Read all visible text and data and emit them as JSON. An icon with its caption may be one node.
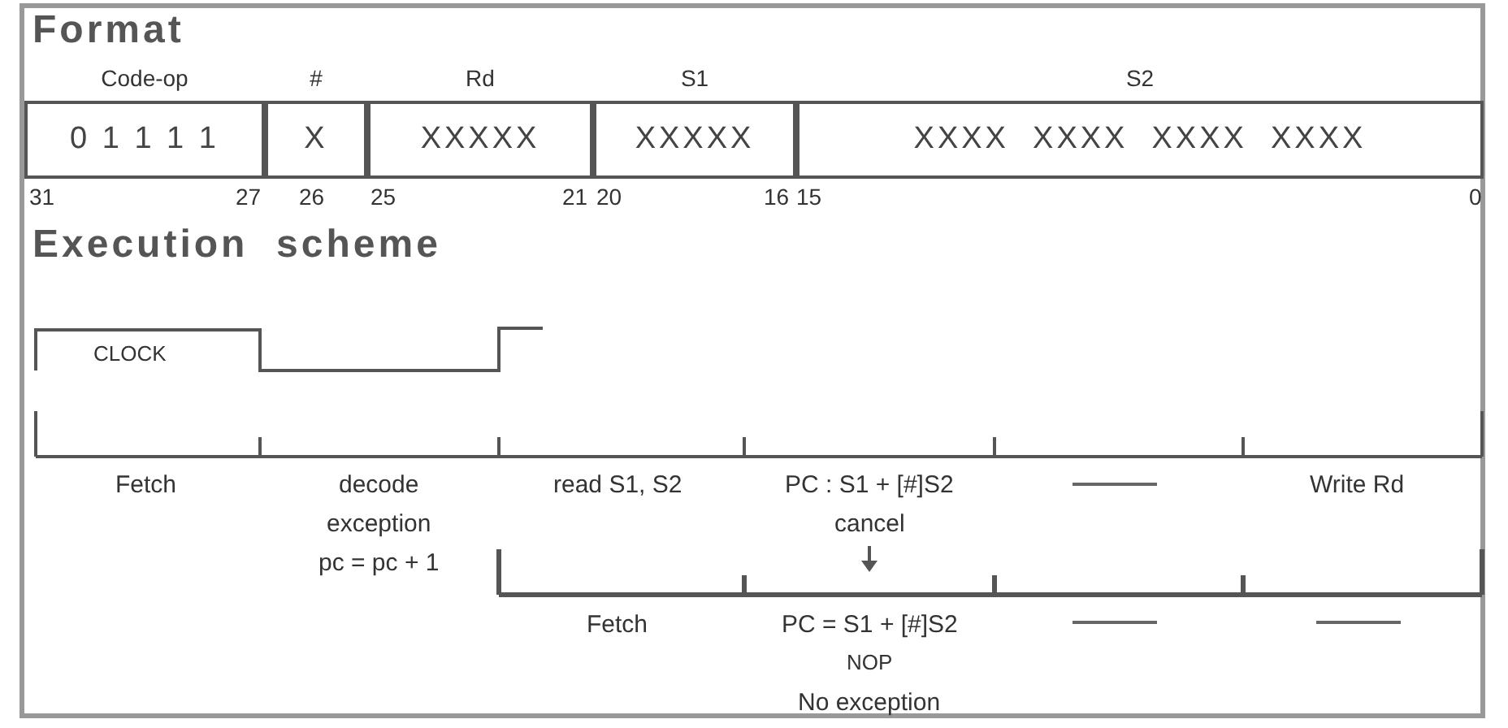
{
  "diagram": {
    "nodes": [
      {
        "text": [
          "Code-op",
          "0 1 1 1 1"
        ]
      },
      {
        "text": [
          "#",
          "X"
        ]
      },
      {
        "text": [
          "Rd",
          "XXXXX"
        ]
      },
      {
        "text": [
          "S1",
          "XXXXX"
        ]
      },
      {
        "text": [
          "S2",
          "XXXX  XXXX  XXXX  XXXX"
        ]
      }
    ],
    "edges": [],
    "labels": [
      "Format",
      "31",
      "27",
      "26",
      "25",
      "21",
      "20",
      "16",
      "15",
      "0",
      "Execution  scheme",
      "CLOCK",
      "Fetch",
      "decode",
      "exception",
      "pc = pc + 1",
      "read S1, S2",
      "PC : S1 + [#]S2",
      "cancel",
      "Write Rd",
      "Fetch",
      "PC = S1 + [#]S2",
      "NOP",
      "No exception"
    ]
  }
}
